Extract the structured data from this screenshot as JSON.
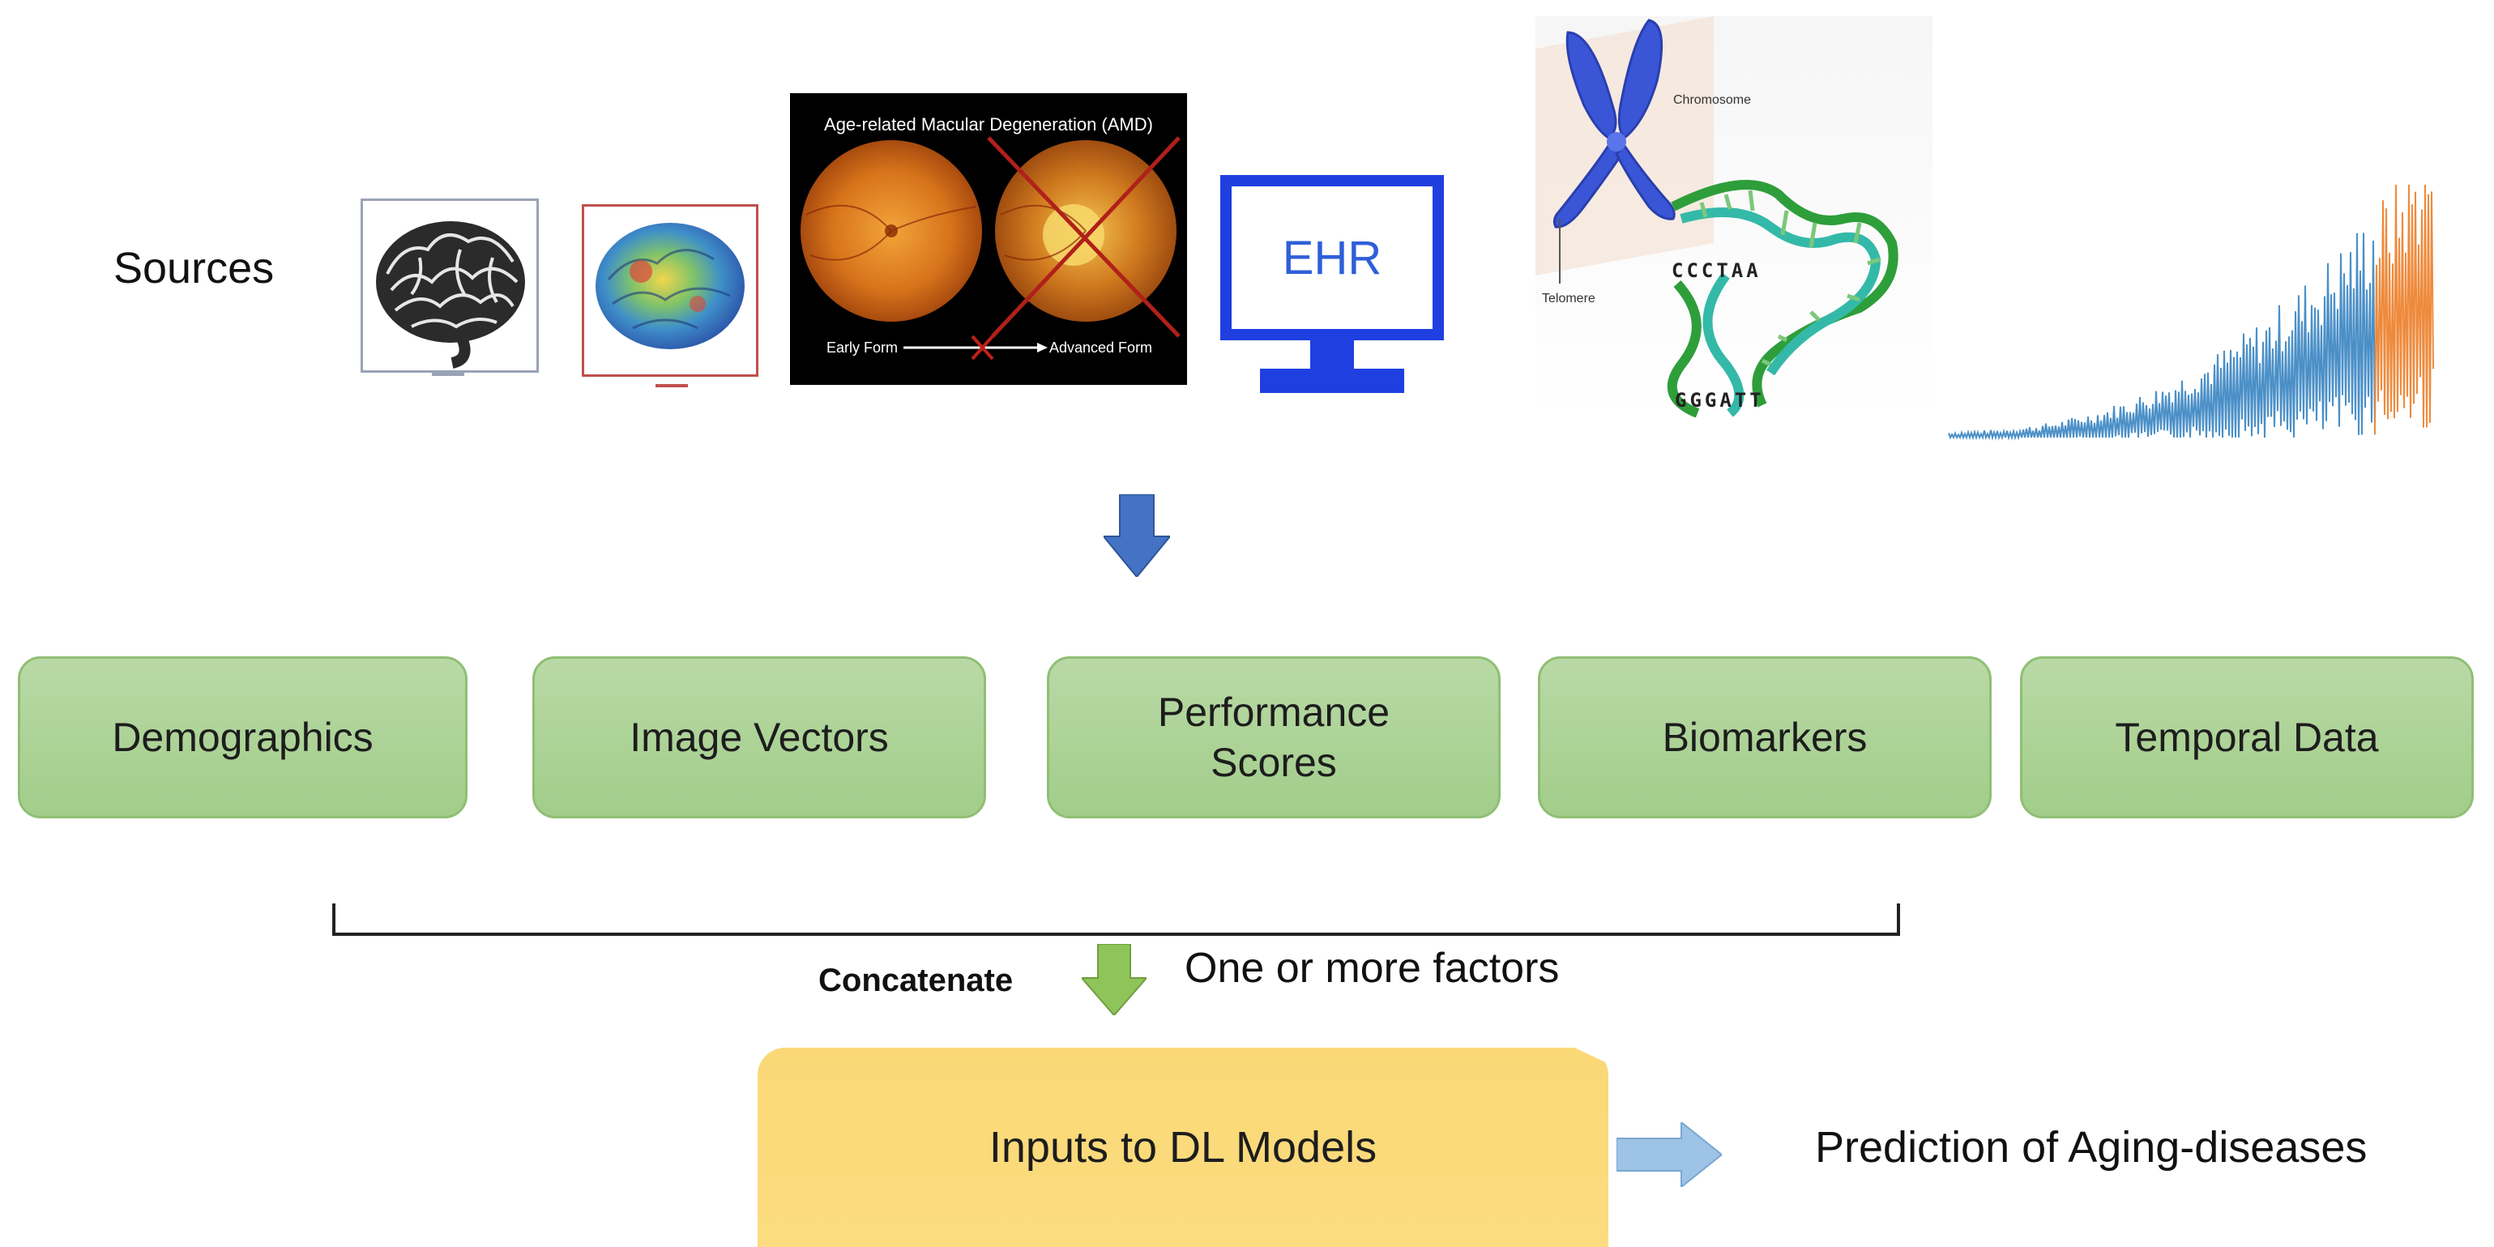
{
  "sources": {
    "label": "Sources",
    "amd": {
      "title": "Age-related Macular Degeneration (AMD)",
      "early": "Early Form",
      "advanced": "Advanced Form"
    },
    "ehr": {
      "label": "EHR"
    },
    "genetics": {
      "chromosome": "Chromosome",
      "telomere": "Telomere",
      "seq_top": "CCCTAA",
      "seq_bottom": "GGGATT"
    },
    "icons": [
      "brain-mri-icon",
      "brain-heatmap-icon",
      "retina-fundus-icon",
      "monitor-icon",
      "chromosome-dna-icon",
      "time-series-icon"
    ]
  },
  "factors": [
    {
      "label": "Demographics"
    },
    {
      "label": "Image Vectors"
    },
    {
      "label": "Performance\nScores"
    },
    {
      "label": "Biomarkers"
    },
    {
      "label": "Temporal Data"
    }
  ],
  "concatenate_label": "Concatenate",
  "one_or_more_label": "One or more factors",
  "inputs_label": "Inputs to DL Models",
  "prediction_label": "Prediction of Aging-diseases",
  "colors": {
    "factor_box": "#a9d18e",
    "inputs_box": "#fbd876",
    "blue_arrow": "#4472c4",
    "green_arrow": "#8fc45a",
    "light_blue_arrow": "#9dc3e6",
    "ehr_blue": "#2f5fd8"
  }
}
